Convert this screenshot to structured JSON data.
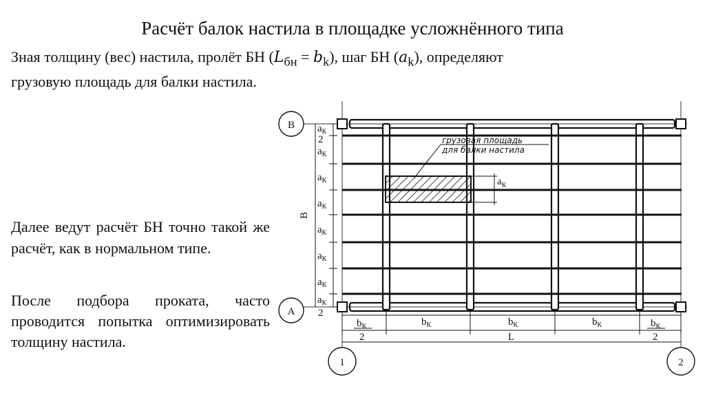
{
  "slide": {
    "title": "Расчёт балок настила в площадке усложнённого типа",
    "intro_part1": "Зная толщину (вес) настила, пролёт БН (",
    "intro_L": "L",
    "intro_L_sub": "бн",
    "intro_eq": " = ",
    "intro_b": "b",
    "intro_b_sub": "k",
    "intro_part2": "), шаг БН (",
    "intro_a": "a",
    "intro_a_sub": "k",
    "intro_part3": "), определяют",
    "intro_line2": "грузовую площадь для балки настила.",
    "para1": "Далее ведут расчёт БН точно такой же расчёт, как в нормальном типе.",
    "para2": "После подбора проката, часто проводится попытка оптимизировать толщину настила."
  },
  "diagram": {
    "axis_b": "В",
    "axis_a": "А",
    "axis_1": "1",
    "axis_2": "2",
    "dim_B": "В",
    "dim_L": "L",
    "a_k_label": "a",
    "a_k_sub": "К",
    "b_k_label": "b",
    "b_k_sub": "К",
    "half_den": "2",
    "cargo_line1": "грузовая площадь",
    "cargo_line2": "для балки настила"
  }
}
